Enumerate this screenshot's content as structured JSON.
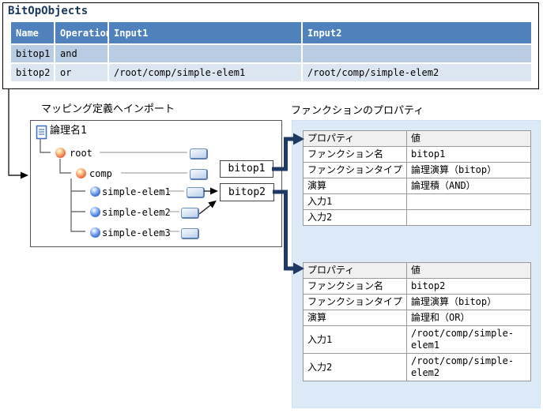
{
  "bitop_table": {
    "title": "BitOpObjects",
    "columns": [
      "Name",
      "Operation",
      "Input1",
      "Input2"
    ],
    "rows": [
      [
        "bitop1",
        "and",
        "",
        ""
      ],
      [
        "bitop2",
        "or",
        "/root/comp/simple-elem1",
        "/root/comp/simple-elem2"
      ]
    ]
  },
  "labels": {
    "mapping_import": "マッピング定義へインポート",
    "function_properties": "ファンクションのプロパティ"
  },
  "tree": {
    "root_label": "論理名1",
    "nodes": [
      "root",
      "comp",
      "simple-elem1",
      "simple-elem2",
      "simple-elem3"
    ]
  },
  "function_boxes": {
    "box1": "bitop1",
    "box2": "bitop2"
  },
  "prop_tables": [
    {
      "header": [
        "プロパティ",
        "値"
      ],
      "rows": [
        [
          "ファンクション名",
          "bitop1"
        ],
        [
          "ファンクションタイプ",
          "論理演算（bitop）"
        ],
        [
          "演算",
          "論理積（AND）"
        ],
        [
          "入力1",
          ""
        ],
        [
          "入力2",
          ""
        ]
      ]
    },
    {
      "header": [
        "プロパティ",
        "値"
      ],
      "rows": [
        [
          "ファンクション名",
          "bitop2"
        ],
        [
          "ファンクションタイプ",
          "論理演算（bitop）"
        ],
        [
          "演算",
          "論理和（OR）"
        ],
        [
          "入力1",
          "/root/comp/simple-elem1"
        ],
        [
          "入力2",
          "/root/comp/simple-elem2"
        ]
      ]
    }
  ],
  "icons": {
    "document": "document-icon",
    "composite_node": "orange-sphere-icon",
    "simple_node": "blue-sphere-icon",
    "node_button": "mapping-handle-button"
  },
  "colors": {
    "table_header_bg": "#4F81BD",
    "table_row_odd_bg": "#B8CCE4",
    "table_row_even_bg": "#DCE6F1",
    "table_title_color": "#17375E",
    "connector_navy": "#1F3864",
    "panel_bg": "#DCEAF7"
  }
}
